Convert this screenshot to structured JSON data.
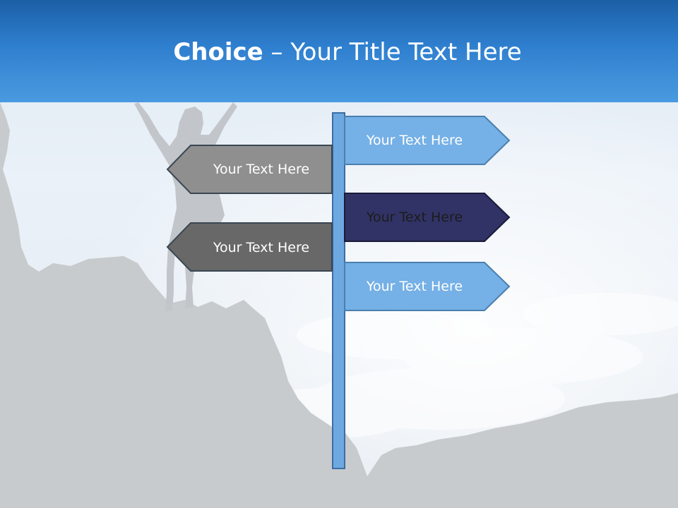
{
  "slide": {
    "title_bold": "Choice",
    "title_rest": " – Your Title Text Here"
  },
  "signs": [
    {
      "label": "Your Text Here",
      "direction": "right",
      "color": "#75b0e6"
    },
    {
      "label": "Your Text Here",
      "direction": "left",
      "color": "#8f8f8f"
    },
    {
      "label": "Your Text Here",
      "direction": "right",
      "color": "#313366"
    },
    {
      "label": "Your Text Here",
      "direction": "left",
      "color": "#686868"
    },
    {
      "label": "Your Text Here",
      "direction": "right",
      "color": "#75b0e6"
    }
  ],
  "colors": {
    "header": "#2f7fcf",
    "pole": "#6ea8e0",
    "rock": "#c7cbce"
  },
  "icons": {
    "hiker": "person-silhouette"
  }
}
